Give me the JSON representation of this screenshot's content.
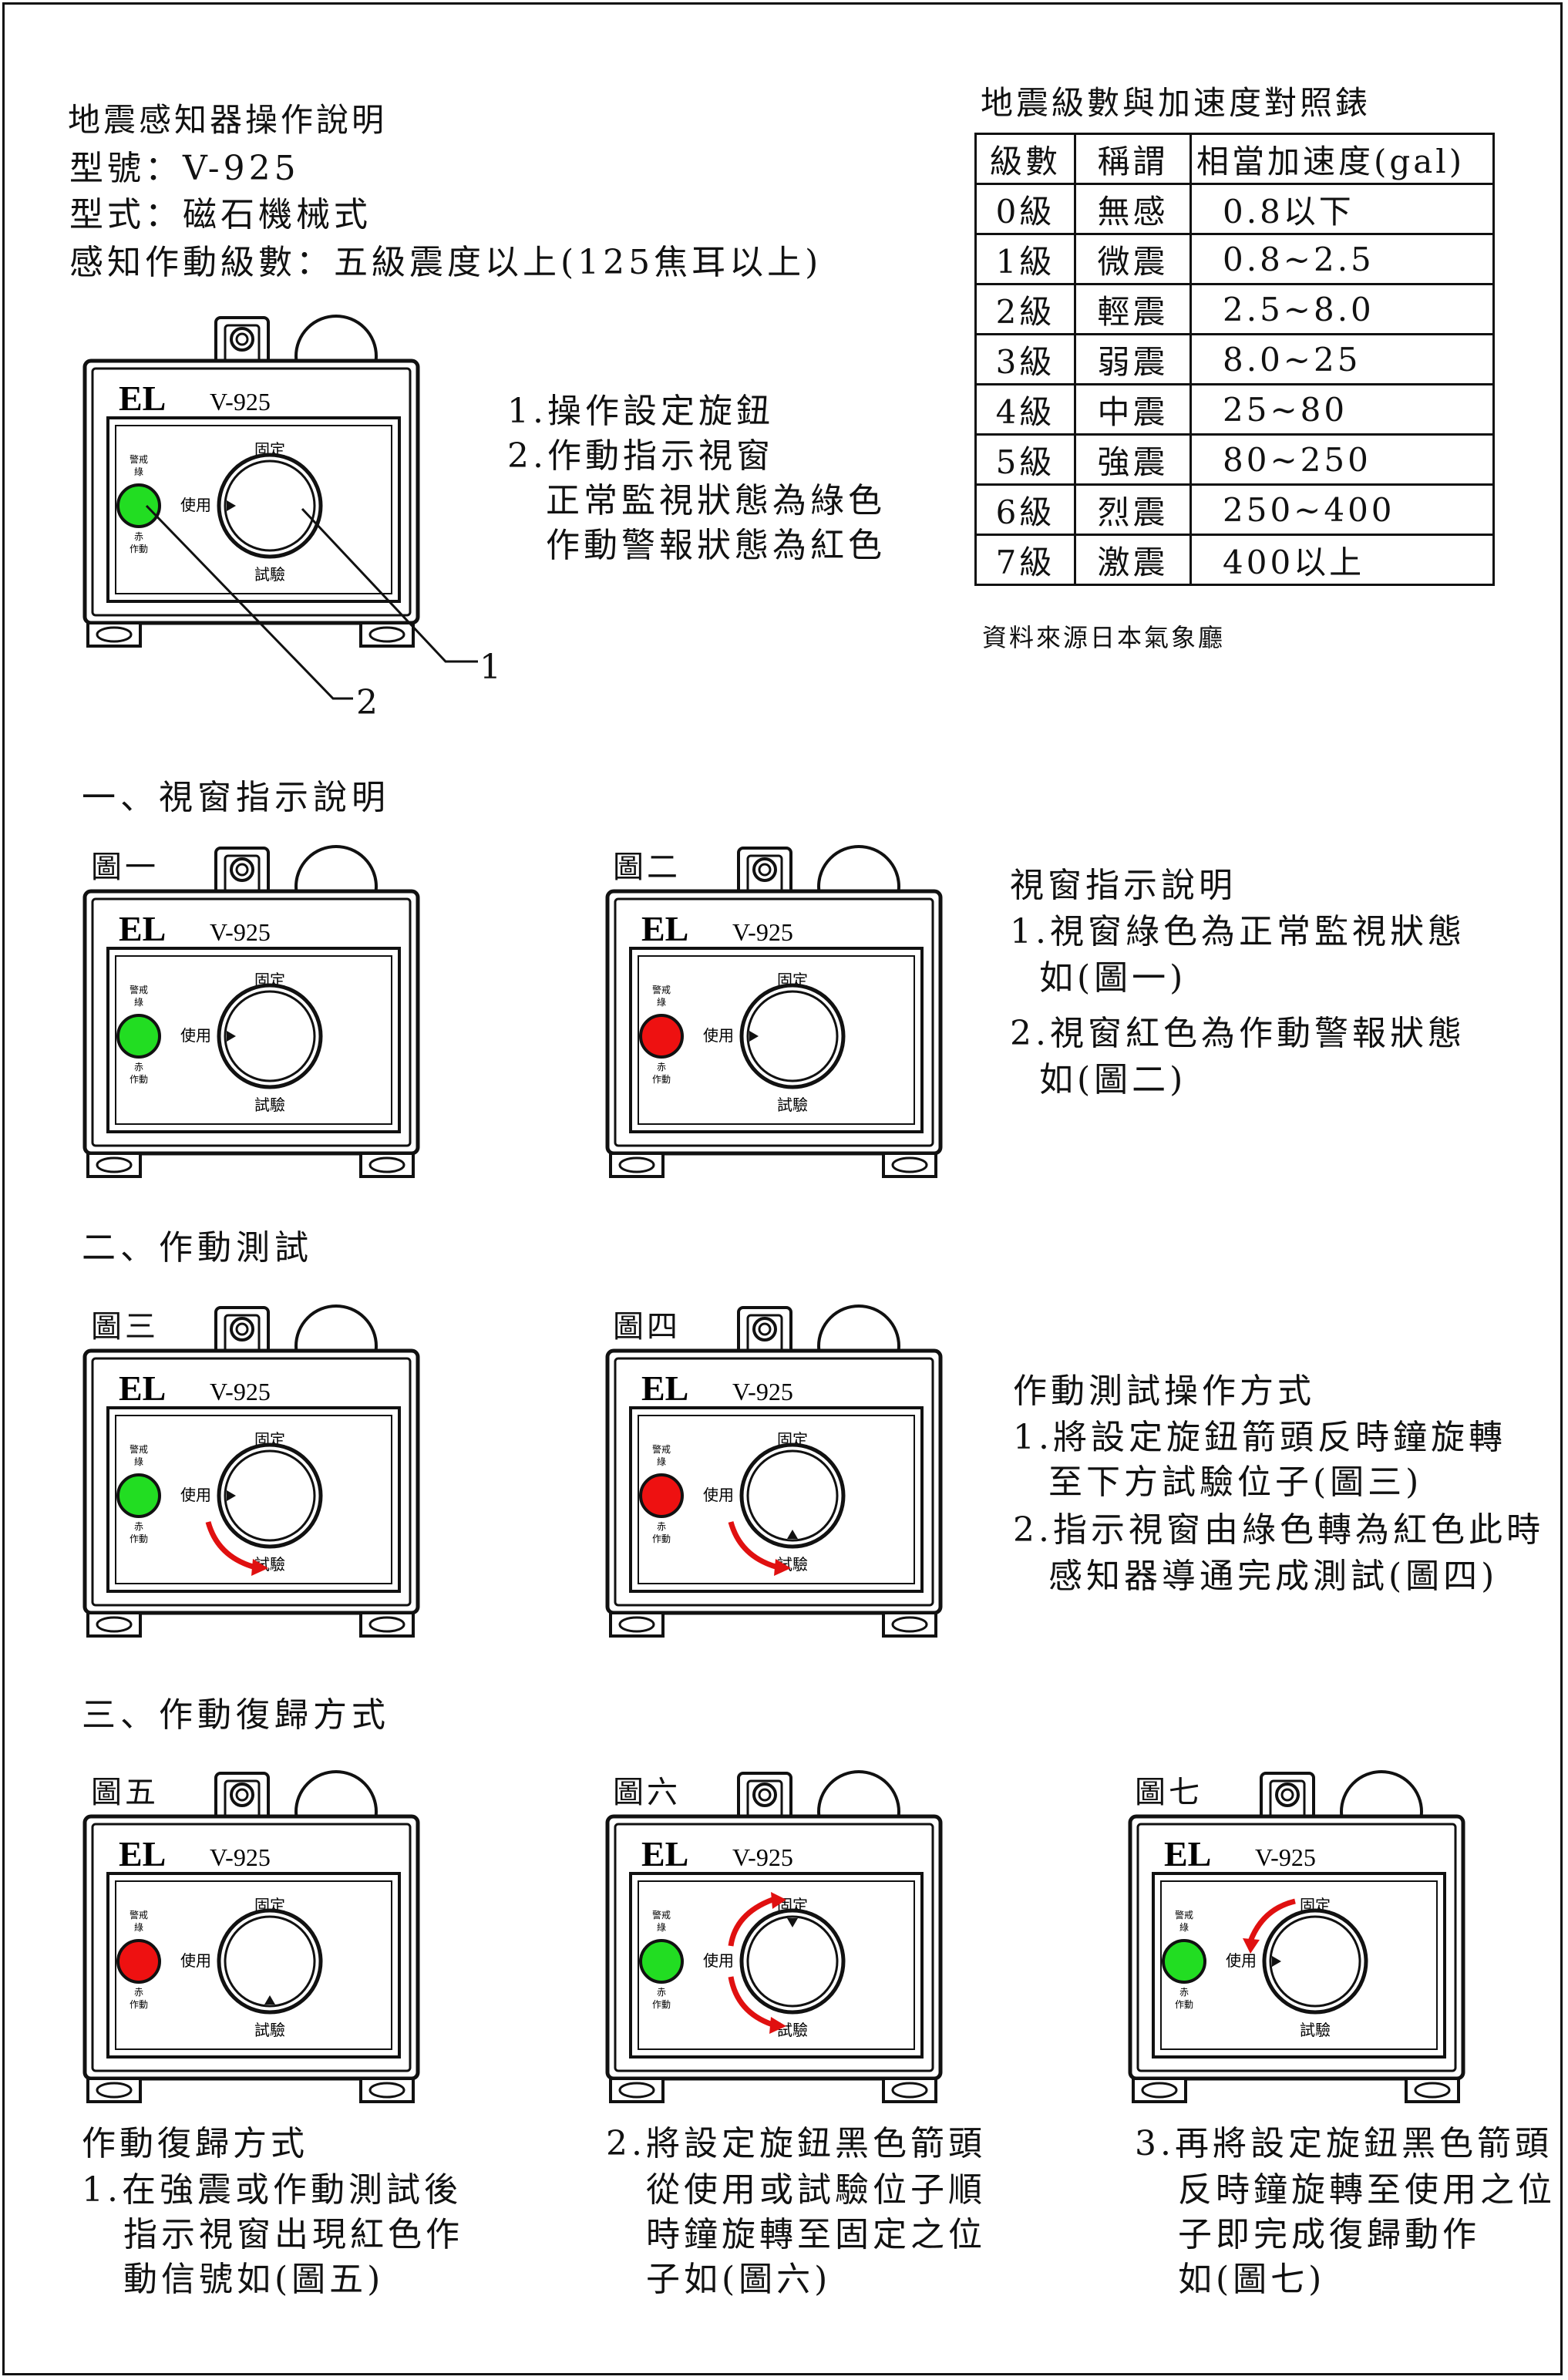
{
  "header": {
    "title": "地震感知器操作說明",
    "model": "型號：V-925",
    "type": "型式：磁石機械式",
    "level": "感知作動級數：五級震度以上(125焦耳以上)"
  },
  "device": {
    "brand": "EL",
    "model": "V-925",
    "dial_top": "固定",
    "dial_left": "使用",
    "dial_bottom": "試驗",
    "ind_top": "警戒\n綠",
    "ind_bottom": "赤\n作動",
    "color_green": "#22dd22",
    "color_red": "#ee1111",
    "color_arrow": "#e01010"
  },
  "parts": {
    "lines": [
      "1.操作設定旋鈕",
      "2.作動指示視窗",
      "正常監視狀態為綠色",
      "作動警報狀態為紅色"
    ],
    "callout_1": "1",
    "callout_2": "2"
  },
  "table": {
    "title": "地震級數與加速度對照錶",
    "headers": [
      "級數",
      "稱謂",
      "相當加速度(gal)"
    ],
    "rows": [
      [
        "0級",
        "無感",
        "0.8以下"
      ],
      [
        "1級",
        "微震",
        "0.8~2.5"
      ],
      [
        "2級",
        "輕震",
        "2.5~8.0"
      ],
      [
        "3級",
        "弱震",
        "8.0~25"
      ],
      [
        "4級",
        "中震",
        "25~80"
      ],
      [
        "5級",
        "強震",
        "80~250"
      ],
      [
        "6級",
        "烈震",
        "250~400"
      ],
      [
        "7級",
        "激震",
        "400以上"
      ]
    ],
    "source": "資料來源日本氣象廳"
  },
  "section1": {
    "title": "一、視窗指示說明",
    "fig1": "圖一",
    "fig2": "圖二",
    "desc": [
      "視窗指示說明",
      "1.視窗綠色為正常監視狀態",
      "如(圖一)",
      "2.視窗紅色為作動警報狀態",
      "如(圖二)"
    ]
  },
  "section2": {
    "title": "二、作動測試",
    "fig3": "圖三",
    "fig4": "圖四",
    "desc": [
      "作動測試操作方式",
      "1.將設定旋鈕箭頭反時鐘旋轉",
      "至下方試驗位子(圖三)",
      "2.指示視窗由綠色轉為紅色此時",
      "感知器導通完成測試(圖四)"
    ]
  },
  "section3": {
    "title": "三、作動復歸方式",
    "fig5": "圖五",
    "fig6": "圖六",
    "fig7": "圖七",
    "desc5": [
      "作動復歸方式",
      "1.在強震或作動測試後",
      "指示視窗出現紅色作",
      "動信號如(圖五)"
    ],
    "desc6": [
      "2.將設定旋鈕黑色箭頭",
      "從使用或試驗位子順",
      "時鐘旋轉至固定之位",
      "子如(圖六)"
    ],
    "desc7": [
      "3.再將設定旋鈕黑色箭頭",
      "反時鐘旋轉至使用之位",
      "子即完成復歸動作",
      "如(圖七)"
    ]
  }
}
